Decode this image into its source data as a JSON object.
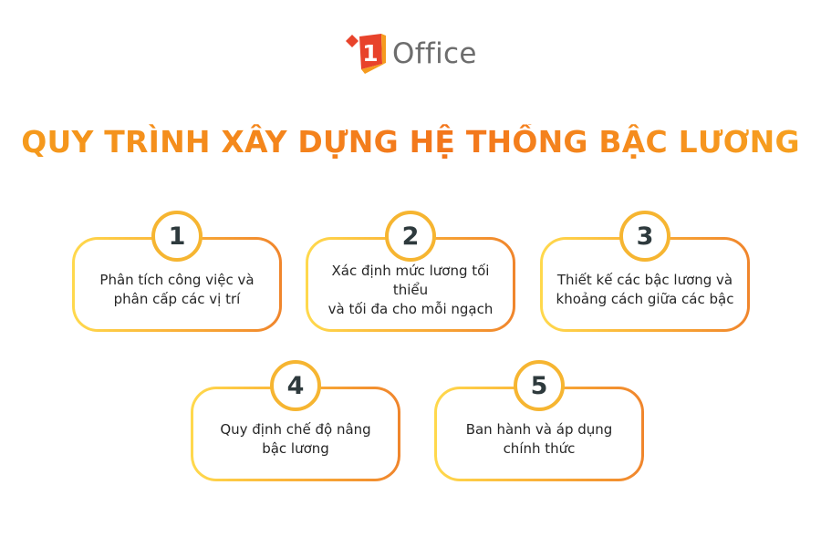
{
  "logo": {
    "mark_letter": "1",
    "wordmark": "Office",
    "colors": {
      "red": "#e8432b",
      "orange": "#f59b1f",
      "text": "#6d6d6d"
    }
  },
  "title": "QUY TRÌNH XÂY DỰNG HỆ THỐNG BẬC LƯƠNG",
  "colors": {
    "title_gradient": [
      "#f59c1c",
      "#f3761c",
      "#f7a31f"
    ],
    "border_gradient": [
      "#ffd94d",
      "#fbb53a",
      "#f0852c"
    ],
    "badge_ring": "#f6b531",
    "badge_number": "#2e3a3d",
    "body_text": "#262626"
  },
  "steps": [
    {
      "number": "1",
      "text": "Phân tích công việc và\nphân cấp các vị trí"
    },
    {
      "number": "2",
      "text": "Xác định mức lương tối thiểu\nvà tối đa cho mỗi ngạch"
    },
    {
      "number": "3",
      "text": "Thiết kế các bậc lương và\nkhoảng cách giữa các bậc"
    },
    {
      "number": "4",
      "text": "Quy định chế độ nâng\nbậc lương"
    },
    {
      "number": "5",
      "text": "Ban hành và áp dụng\nchính thức"
    }
  ]
}
